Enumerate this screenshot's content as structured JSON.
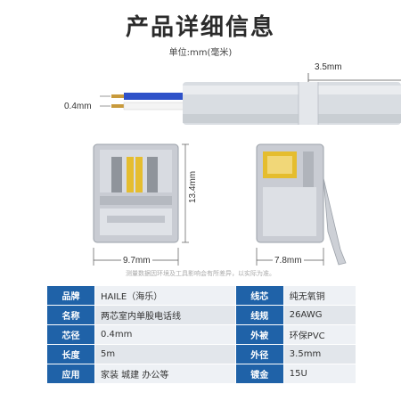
{
  "header": {
    "title": "产品详细信息",
    "unit": "单位:mm(毫米)"
  },
  "dimensions": {
    "cable_diameter": "3.5mm",
    "core_diameter": "0.4mm",
    "plug_height": "13.4mm",
    "plug_width": "9.7mm",
    "plug_depth": "7.8mm"
  },
  "note": "测量数据因环境及工具影响会有所差异，以实际为准。",
  "colors": {
    "accent": "#1f62a8",
    "cable": "#d9dde2",
    "wire_blue": "#2f52c9"
  },
  "specs": [
    {
      "k1": "品牌",
      "v1": "HAILE（海乐）",
      "k2": "线芯",
      "v2": "纯无氧铜"
    },
    {
      "k1": "名称",
      "v1": "两芯室内单股电话线",
      "k2": "线规",
      "v2": "26AWG"
    },
    {
      "k1": "芯径",
      "v1": "0.4mm",
      "k2": "外被",
      "v2": "环保PVC"
    },
    {
      "k1": "长度",
      "v1": "5m",
      "k2": "外径",
      "v2": "3.5mm"
    },
    {
      "k1": "应用",
      "v1": "家装  城建  办公等",
      "k2": "镀金",
      "v2": "15U"
    }
  ]
}
